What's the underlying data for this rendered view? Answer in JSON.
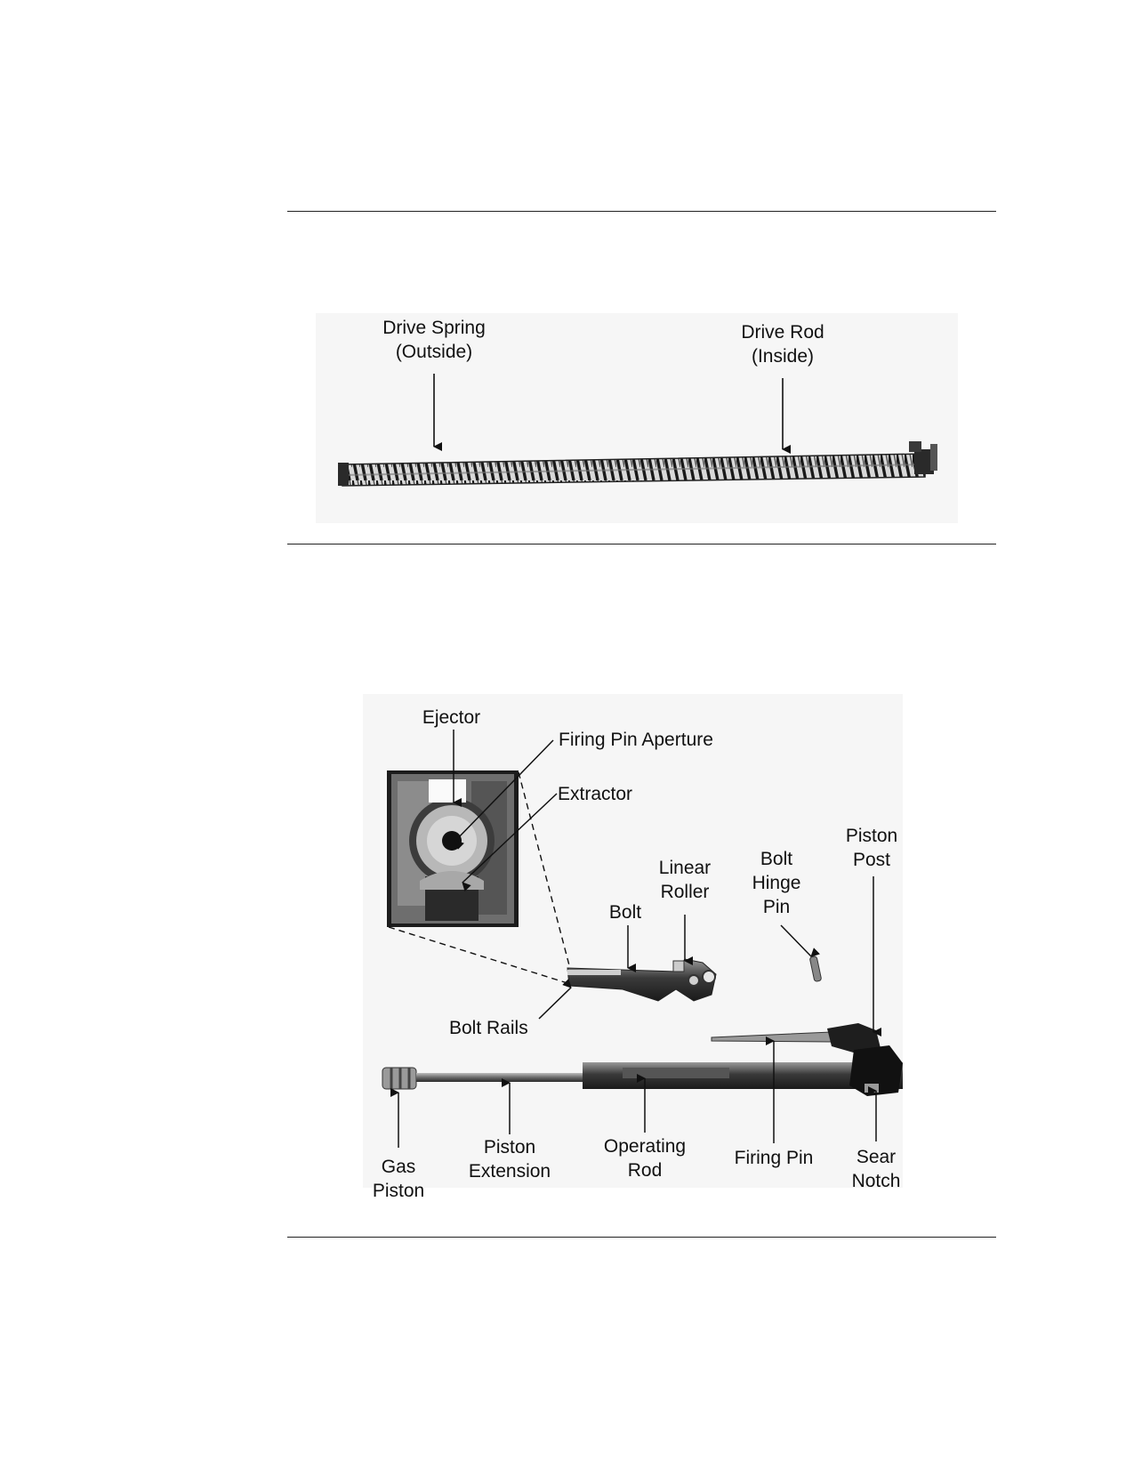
{
  "figure_1": {
    "labels": {
      "drive_spring": "Drive Spring\n(Outside)",
      "drive_rod": "Drive Rod\n(Inside)"
    }
  },
  "figure_2": {
    "labels": {
      "ejector": "Ejector",
      "firing_pin_aperture": "Firing Pin Aperture",
      "extractor": "Extractor",
      "piston_post": "Piston\nPost",
      "bolt_hinge_pin": "Bolt\nHinge\nPin",
      "linear_roller": "Linear\nRoller",
      "bolt": "Bolt",
      "bolt_rails": "Bolt Rails",
      "gas_piston": "Gas\nPiston",
      "piston_extension": "Piston\nExtension",
      "operating_rod": "Operating\nRod",
      "firing_pin": "Firing Pin",
      "sear_notch": "Sear\nNotch"
    }
  }
}
